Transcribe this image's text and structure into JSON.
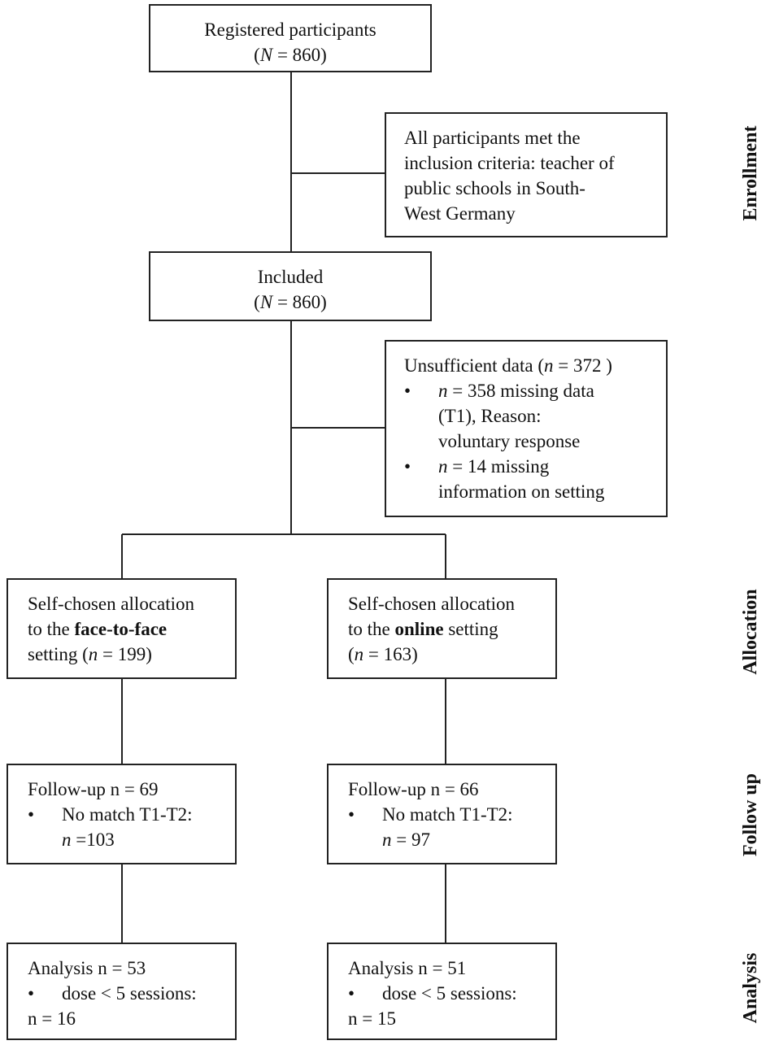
{
  "boxes": {
    "registered": {
      "title": "Registered participants",
      "count_prefix": "(",
      "count_var": "N",
      "count_rest": " = 860)"
    },
    "inclusion": {
      "lines": [
        "All participants met the",
        "inclusion criteria: teacher of",
        "public schools in South-",
        "West Germany"
      ]
    },
    "included": {
      "title": "Included",
      "count_prefix": "(",
      "count_var": "N",
      "count_rest": " = 860)"
    },
    "excluded": {
      "head_pre": "Unsufficient data (",
      "head_var": "n",
      "head_post": " = 372 )",
      "bullet": "•",
      "b1_var": "n",
      "b1_l1": " = 358 missing data",
      "b1_l2": "(T1), Reason:",
      "b1_l3": "voluntary response",
      "b2_var": "n",
      "b2_l1": " = 14 missing",
      "b2_l2": "information on setting"
    },
    "alloc_f2f": {
      "l1": "Self-chosen allocation",
      "l2_pre": "to the ",
      "l2_bold": "face-to-face",
      "l3_pre": "setting (",
      "l3_var": "n",
      "l3_post": " = 199)"
    },
    "alloc_online": {
      "l1": "Self-chosen allocation",
      "l2_pre": "to the ",
      "l2_bold": "online",
      "l2_post": " setting",
      "l3_pre": "(",
      "l3_var": "n",
      "l3_post": " = 163)"
    },
    "follow_f2f": {
      "head": "Follow-up n = 69",
      "bullet": "•",
      "b1_l1": "No match T1-T2:",
      "b1_var": "n",
      "b1_l2": " =103"
    },
    "follow_online": {
      "head": "Follow-up n = 66",
      "bullet": "•",
      "b1_l1": "No match T1-T2:",
      "b1_var": "n",
      "b1_l2": " = 97"
    },
    "analysis_f2f": {
      "head": "Analysis n = 53",
      "bullet": "•",
      "b1_l1": "dose < 5 sessions:",
      "b1_l2": "n = 16"
    },
    "analysis_online": {
      "head": "Analysis n = 51",
      "bullet": "•",
      "b1_l1": "dose < 5 sessions:",
      "b1_l2": "n = 15"
    }
  },
  "stages": {
    "enrollment": "Enrollment",
    "allocation": "Allocation",
    "follow_up": "Follow up",
    "analysis": "Analysis"
  }
}
